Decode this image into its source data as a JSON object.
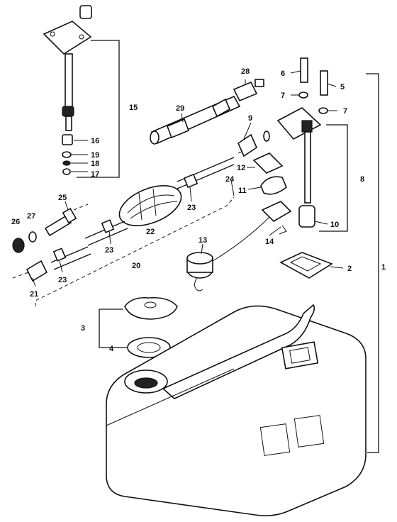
{
  "callouts": {
    "c1": "1",
    "c2": "2",
    "c3": "3",
    "c4": "4",
    "c5": "5",
    "c6": "6",
    "c7a": "7",
    "c7b": "7",
    "c8": "8",
    "c9": "9",
    "c10": "10",
    "c11": "11",
    "c12": "12",
    "c13": "13",
    "c14": "14",
    "c15": "15",
    "c16": "16",
    "c17": "17",
    "c18": "18",
    "c19": "19",
    "c20": "20",
    "c21": "21",
    "c22": "22",
    "c23a": "23",
    "c23b": "23",
    "c23c": "23",
    "c24": "24",
    "c25": "25",
    "c26": "26",
    "c27": "27",
    "c28": "28",
    "c29": "29"
  }
}
